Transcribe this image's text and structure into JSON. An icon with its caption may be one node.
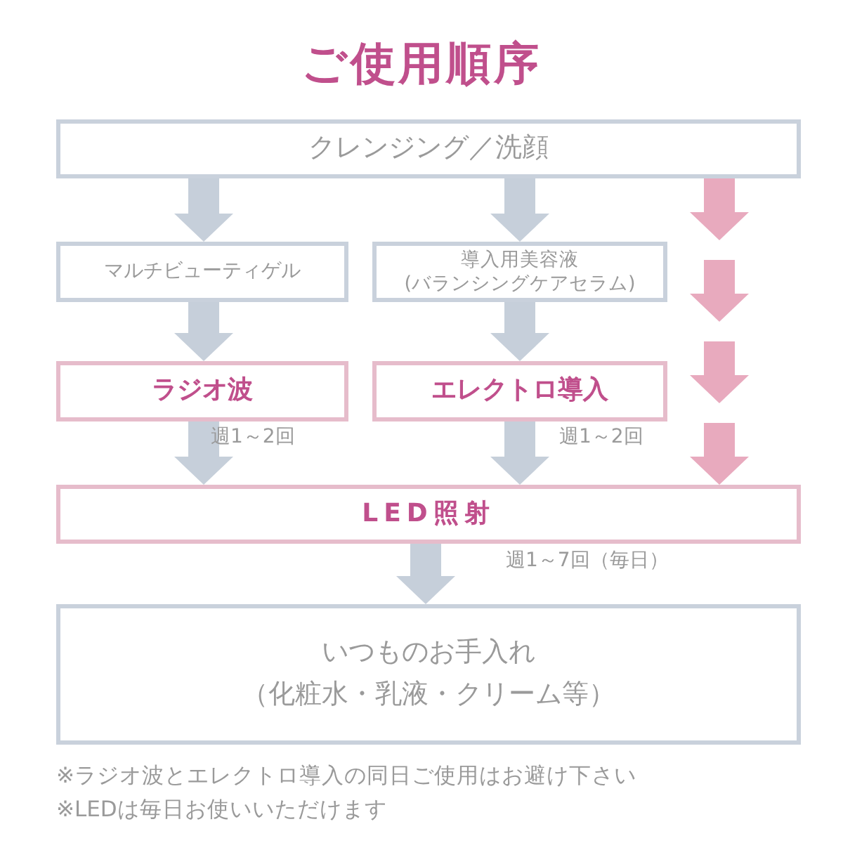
{
  "diagram": {
    "title": "ご使用順序",
    "nodes": [
      {
        "text": [
          "クレンジング／洗顔"
        ]
      },
      {
        "text": [
          "マルチビューティゲル"
        ]
      },
      {
        "text": [
          "導入用美容液 (バランシングケアセラム)"
        ]
      },
      {
        "text": [
          "ラジオ波"
        ],
        "beside": [
          "週1～2回"
        ]
      },
      {
        "text": [
          "エレクトロ導入"
        ],
        "beside": [
          "週1～2回"
        ]
      },
      {
        "text": [
          "LED照射"
        ],
        "beside": [
          "週1～7回（毎日）"
        ]
      },
      {
        "text": [
          "いつものお手入れ",
          "（化粧水・乳液・クリーム等）"
        ]
      }
    ],
    "edges": [
      {
        "from": 0,
        "to": 1,
        "arrow": "to"
      },
      {
        "from": 1,
        "to": 3,
        "arrow": "to"
      },
      {
        "from": 3,
        "to": 5,
        "arrow": "to"
      },
      {
        "from": 0,
        "to": 2,
        "arrow": "to"
      },
      {
        "from": 2,
        "to": 4,
        "arrow": "to"
      },
      {
        "from": 4,
        "to": 5,
        "arrow": "to"
      },
      {
        "from": 0,
        "to": 5,
        "arrow": "to",
        "style": "dashed",
        "color": "#e8aabe"
      },
      {
        "from": 5,
        "to": 6,
        "arrow": "to"
      }
    ],
    "labels": [
      "※ラジオ波とエレクトロ導入の同日ご使用はお避け下さい",
      "※LEDは毎日お使いいただけます"
    ]
  }
}
